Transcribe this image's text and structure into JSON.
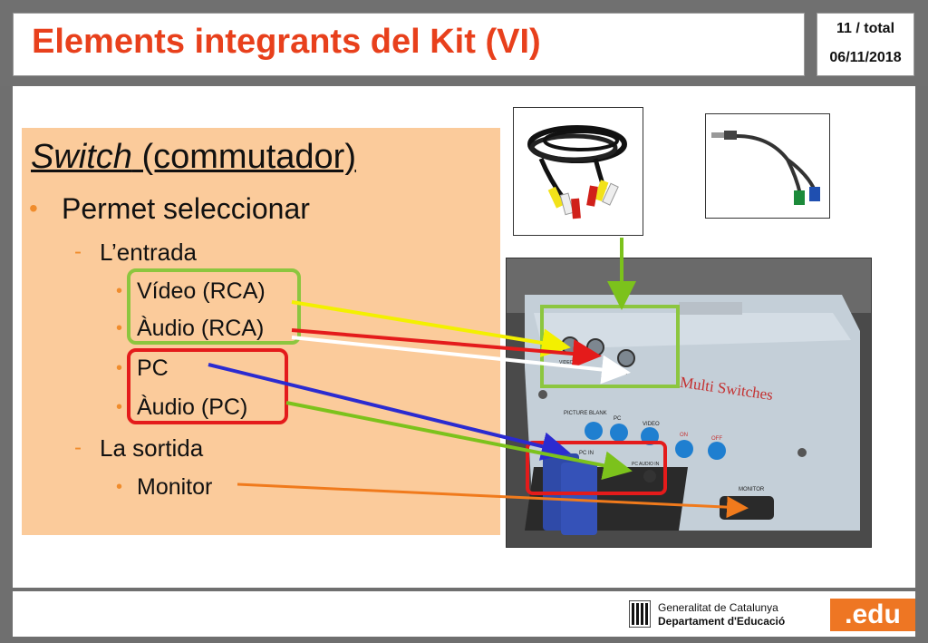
{
  "header": {
    "title": "Elements integrants del Kit (VI)",
    "page_number": "11 / total",
    "date": "06/11/2018"
  },
  "body": {
    "heading_italic": "Switch",
    "heading_rest": " (commutador)",
    "bullet_main": "Permet seleccionar",
    "sub_input": "L’entrada",
    "item_video": "Vídeo (RCA)",
    "item_audio_rca": "Àudio (RCA)",
    "item_pc": "PC",
    "item_audio_pc": "Àudio (PC)",
    "sub_output": "La sortida",
    "item_monitor": "Monitor"
  },
  "device": {
    "brand_label": "Multi Switches",
    "buttons": [
      "PICTURE BLANK",
      "PC",
      "VIDEO",
      "ON",
      "OFF"
    ],
    "port_pc_in": "PC IN",
    "port_pc_audio": "PC AUDIO IN",
    "port_monitor": "MONITOR",
    "port_video_in": "VIDEO IN",
    "port_in_l": "IN L"
  },
  "footer": {
    "gencat_line1": "Generalitat de Catalunya",
    "gencat_line2": "Departament d'Educació",
    "edu_logo": ".edu"
  },
  "colors": {
    "title": "#e8401c",
    "panel": "#fbcb9b",
    "bullet": "#f08c2c",
    "arrow_yellow": "#f3f000",
    "arrow_red": "#e41b1b",
    "arrow_white": "#ffffff",
    "arrow_blue": "#2b2bd0",
    "arrow_green": "#7cc21c",
    "arrow_orange": "#f07a1c",
    "box_green": "#8cc63f",
    "box_red": "#e41b1b",
    "edu_orange": "#ee7623"
  }
}
